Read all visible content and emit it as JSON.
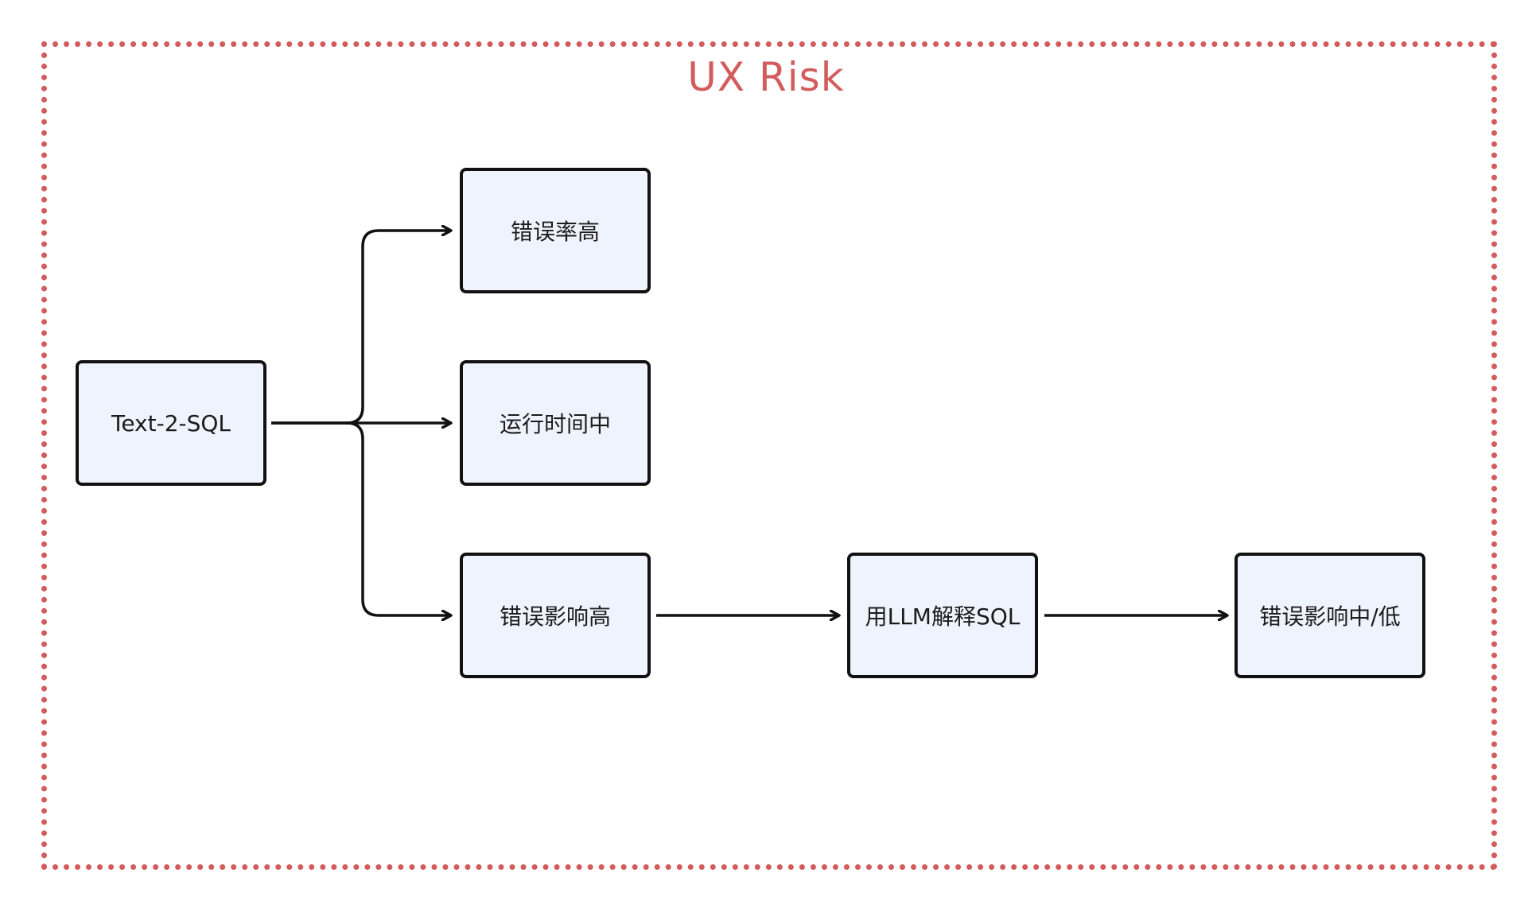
{
  "diagram": {
    "title": "UX Risk",
    "colors": {
      "frame": "#d35b5b",
      "node_fill": "#eff3fd",
      "node_stroke": "#111111",
      "edge": "#111111"
    },
    "nodes": [
      {
        "id": "text2sql",
        "label": "Text-2-SQL"
      },
      {
        "id": "high-error-rate",
        "label": "错误率高"
      },
      {
        "id": "medium-runtime",
        "label": "运行时间中"
      },
      {
        "id": "high-error-impact",
        "label": "错误影响高"
      },
      {
        "id": "llm-explain-sql",
        "label": "用LLM解释SQL"
      },
      {
        "id": "medium-low-error-impact",
        "label": "错误影响中/低"
      }
    ],
    "edges": [
      {
        "from": "text2sql",
        "to": "high-error-rate"
      },
      {
        "from": "text2sql",
        "to": "medium-runtime"
      },
      {
        "from": "text2sql",
        "to": "high-error-impact"
      },
      {
        "from": "high-error-impact",
        "to": "llm-explain-sql"
      },
      {
        "from": "llm-explain-sql",
        "to": "medium-low-error-impact"
      }
    ]
  }
}
